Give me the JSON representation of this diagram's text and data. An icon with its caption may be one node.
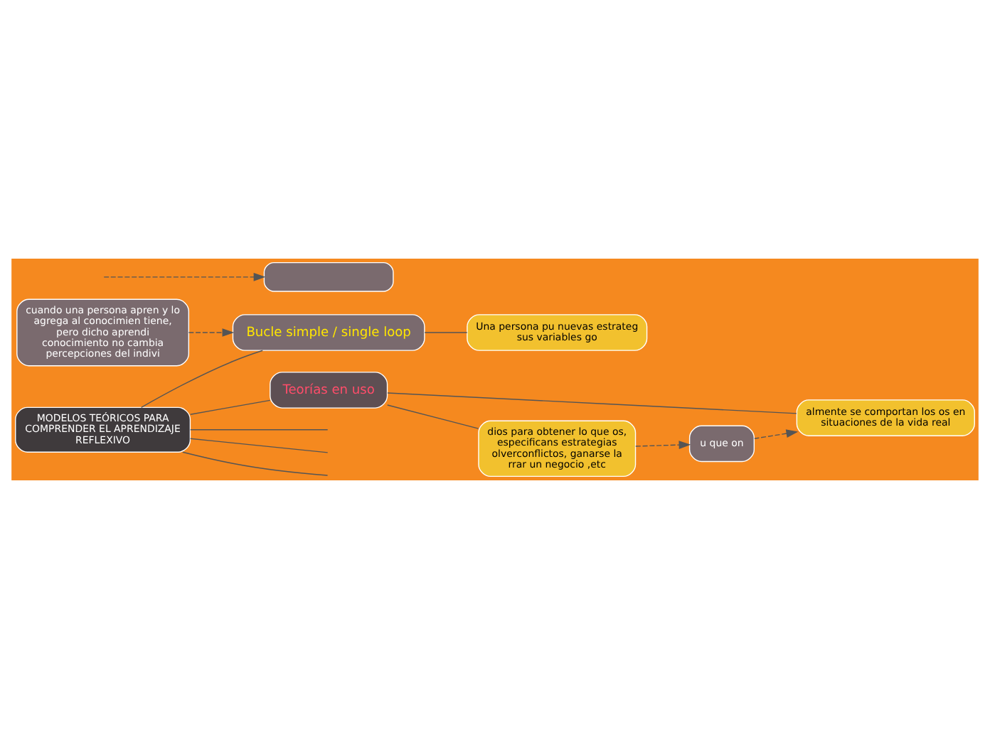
{
  "diagram": {
    "nodes": [
      {
        "text": [
          "MODELOS TEÓRICOS PARA COMPRENDER EL APRENDIZAJE REFLEXIVO"
        ]
      },
      {
        "text": [
          "Teorías en uso"
        ]
      },
      {
        "text": [
          "almente se comportan los os en situaciones de la vida real"
        ]
      },
      {
        "text": [
          "dios para obtener lo que os, especificans estrategias olverconflictos, ganarse la rrar un negocio ,etc"
        ]
      },
      {
        "text": [
          "u que on"
        ]
      },
      {
        "text": [
          "Bucle simple / single loop"
        ]
      },
      {
        "text": [
          "Una persona pu nuevas estrateg sus variables go"
        ]
      },
      {
        "text": [
          "cuando una persona apren y lo agrega al conocimien tiene, pero dicho aprendi conocimiento no cambia percepciones del indivi"
        ]
      },
      {
        "text": [],
        "shape": "box"
      }
    ],
    "edges": [
      {
        "from": 0,
        "to": 1,
        "arrow": "none"
      },
      {
        "from": 0,
        "to": 5,
        "arrow": "none"
      },
      {
        "from": 0,
        "to": null,
        "arrow": "none"
      },
      {
        "from": 0,
        "to": null,
        "arrow": "none"
      },
      {
        "from": 0,
        "to": null,
        "arrow": "none"
      },
      {
        "from": 1,
        "to": 2,
        "arrow": "none"
      },
      {
        "from": 1,
        "to": 3,
        "arrow": "none"
      },
      {
        "from": 3,
        "to": 4,
        "arrow": "to",
        "style": "dashed"
      },
      {
        "from": 4,
        "to": 2,
        "arrow": "to",
        "style": "dashed"
      },
      {
        "from": null,
        "to": 8,
        "arrow": "to",
        "style": "dashed"
      },
      {
        "from": 5,
        "to": 6,
        "arrow": "none"
      },
      {
        "from": 7,
        "to": 5,
        "arrow": "to",
        "style": "dashed"
      }
    ]
  }
}
